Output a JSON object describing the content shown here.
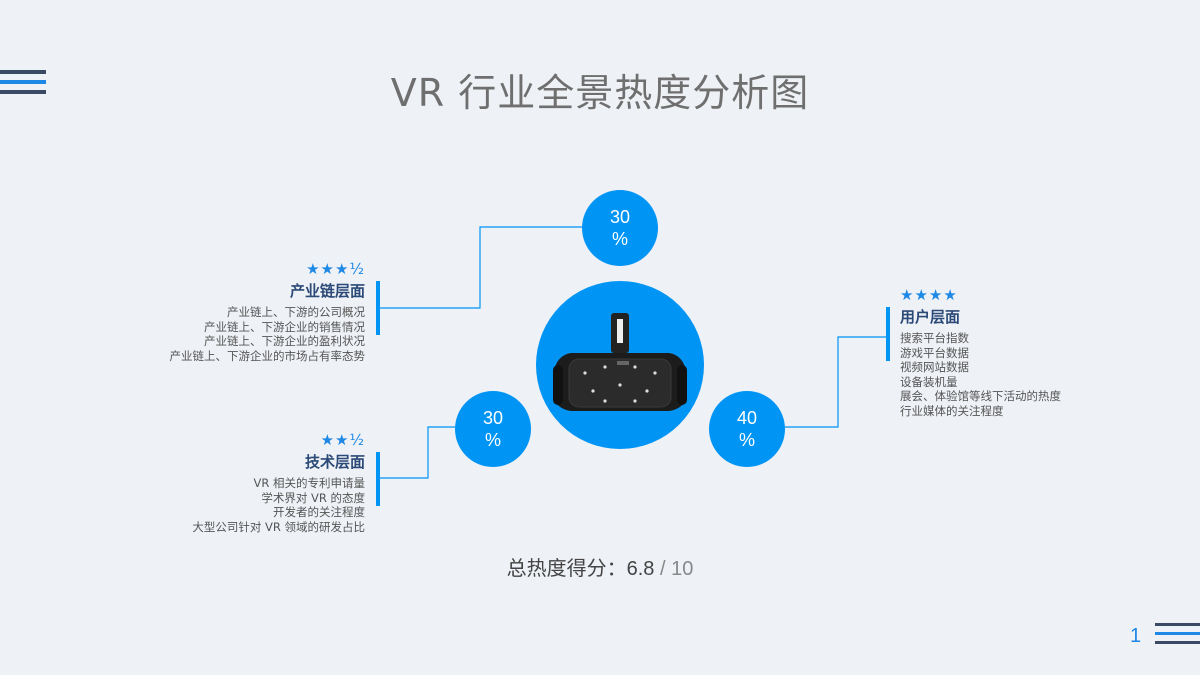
{
  "title": "VR 行业全景热度分析图",
  "circles": {
    "top": {
      "value": "30",
      "unit": "%"
    },
    "left": {
      "value": "30",
      "unit": "%"
    },
    "right": {
      "value": "40",
      "unit": "%"
    }
  },
  "industry_chain": {
    "stars": "★★★½",
    "heading": "产业链层面",
    "items": [
      "产业链上、下游的公司概况",
      "产业链上、下游企业的销售情况",
      "产业链上、下游企业的盈利状况",
      "产业链上、下游企业的市场占有率态势"
    ]
  },
  "technology": {
    "stars": "★★½",
    "heading": "技术层面",
    "items": [
      "VR 相关的专利申请量",
      "学术界对 VR 的态度",
      "开发者的关注程度",
      "大型公司针对 VR 领域的研发占比"
    ]
  },
  "user": {
    "stars": "★★★★",
    "heading": "用户层面",
    "items": [
      "搜索平台指数",
      "游戏平台数据",
      "视频网站数据",
      "设备装机量",
      "展会、体验馆等线下活动的热度",
      "行业媒体的关注程度"
    ]
  },
  "total": {
    "label": "总热度得分：",
    "score": "6.8",
    "max": "/ 10"
  },
  "page_number": "1",
  "colors": {
    "accent": "#0094f5",
    "dark": "#3b4a64",
    "heading": "#2c4a78"
  }
}
